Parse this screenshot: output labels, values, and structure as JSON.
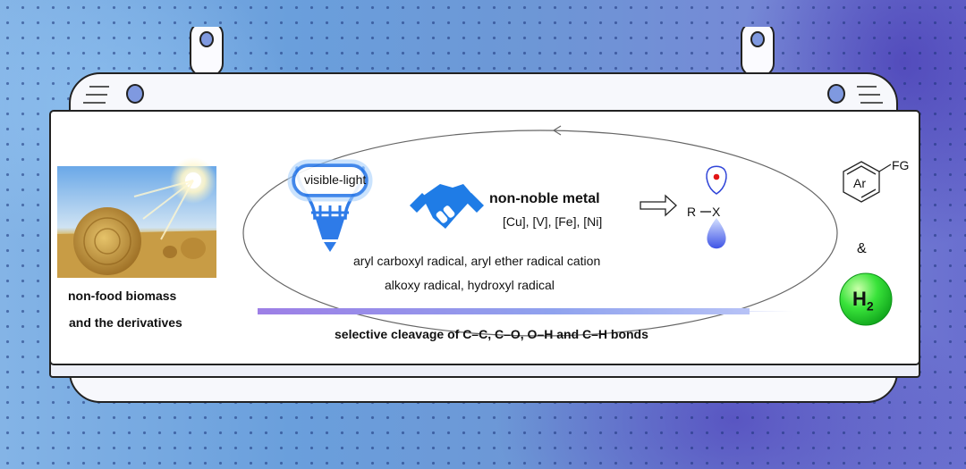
{
  "diagram": {
    "left": {
      "caption_line1": "non-food biomass",
      "caption_line2": "and the derivatives"
    },
    "light": {
      "label": "visible-light"
    },
    "metal": {
      "title": "non-noble metal",
      "list": "[Cu], [V], [Fe], [Ni]"
    },
    "substrate": {
      "r": "R",
      "x": "X"
    },
    "radicals": {
      "line1": "aryl carboxyl radical, aryl ether radical cation",
      "line2": "alkoxy radical, hydroxyl radical"
    },
    "bottom_caption": "selective cleavage of C–C, C–O,  O–H and C–H bonds",
    "products": {
      "ring_label": "Ar",
      "fg_label": "FG",
      "ampersand": "&",
      "h2_main": "H",
      "h2_sub": "2"
    }
  }
}
